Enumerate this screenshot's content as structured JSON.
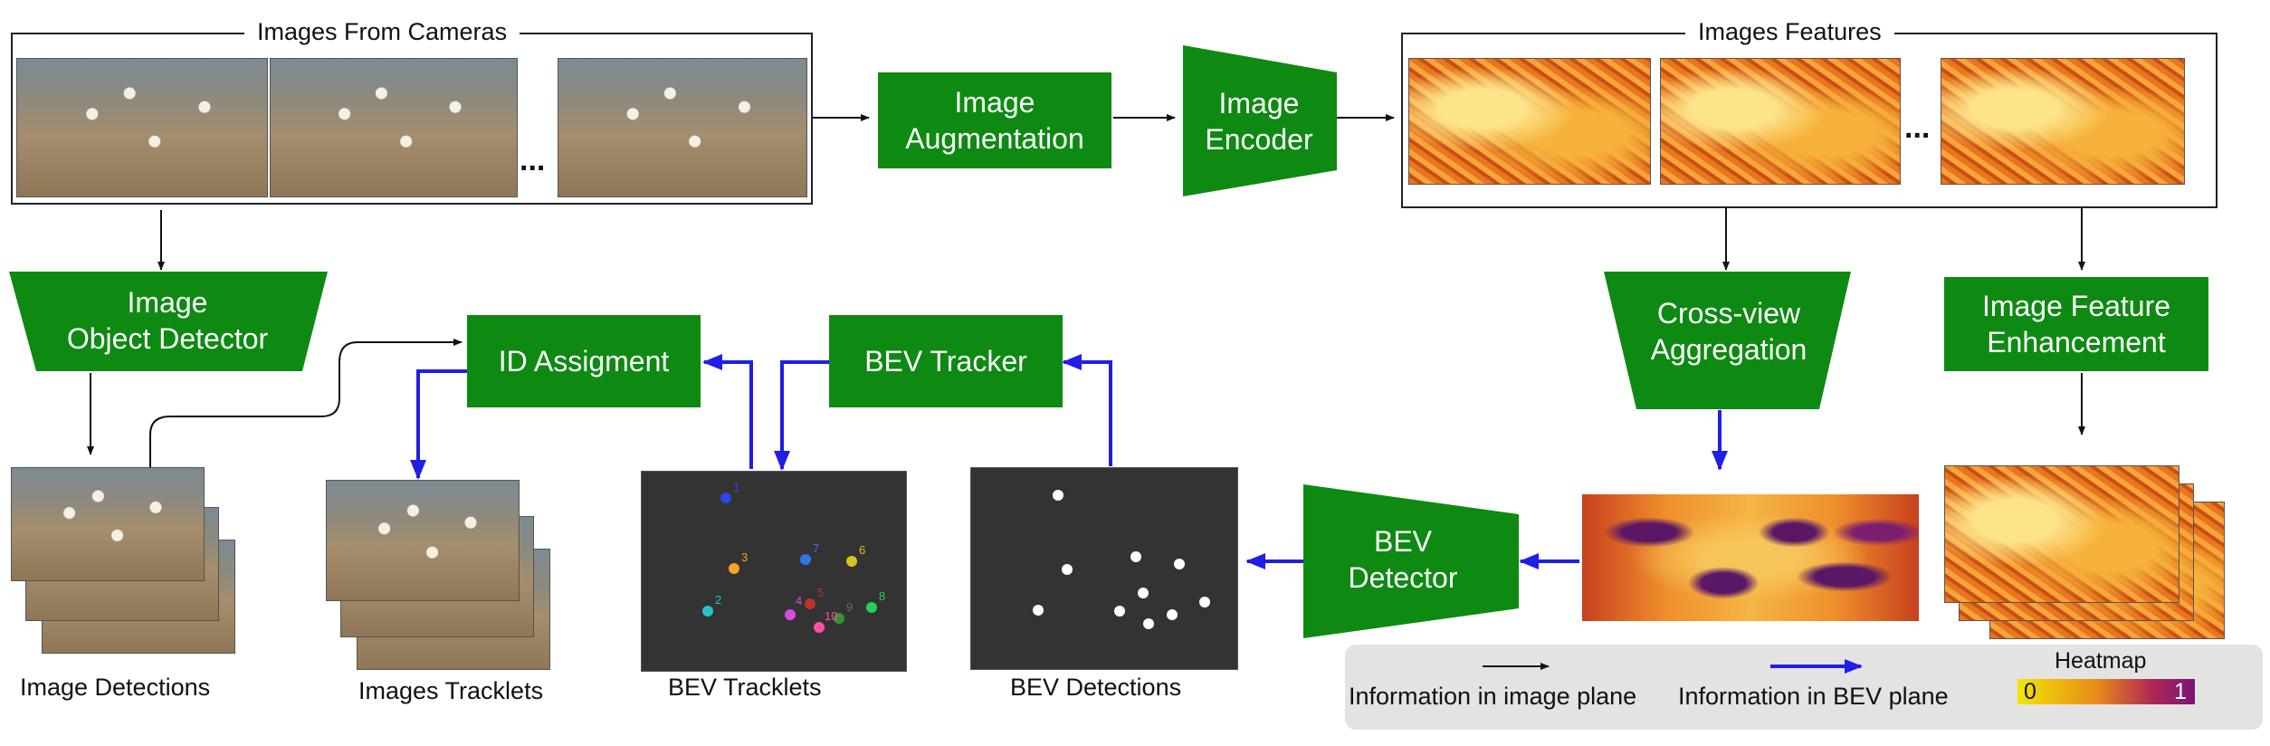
{
  "frames": {
    "cameras_title": "Images From Cameras",
    "features_title": "Images Features",
    "ellipsis": "..."
  },
  "blocks": {
    "augmentation": "Image\nAugmentation",
    "encoder": "Image\nEncoder",
    "object_detector": "Image\nObject Detector",
    "id_assignment": "ID Assigment",
    "bev_tracker": "BEV Tracker",
    "cross_view": "Cross-view\nAggregation",
    "feature_enhancement": "Image Feature\nEnhancement",
    "bev_detector": "BEV\nDetector"
  },
  "captions": {
    "image_detections": "Image Detections",
    "images_tracklets": "Images Tracklets",
    "bev_tracklets": "BEV Tracklets",
    "bev_detections": "BEV Detections"
  },
  "tracklet_ids": [
    "1",
    "2",
    "3",
    "4",
    "5",
    "6",
    "7",
    "8",
    "9",
    "10"
  ],
  "legend": {
    "image_plane": "Information in image plane",
    "bev_plane": "Information in BEV plane",
    "heatmap_title": "Heatmap",
    "heatmap_min": "0",
    "heatmap_max": "1"
  },
  "colors": {
    "block_green": "#0e8a12",
    "bev_arrow": "#1f1fe6",
    "image_arrow": "#111111",
    "heatmap_low": "#f2e600",
    "heatmap_high": "#7a1378"
  }
}
